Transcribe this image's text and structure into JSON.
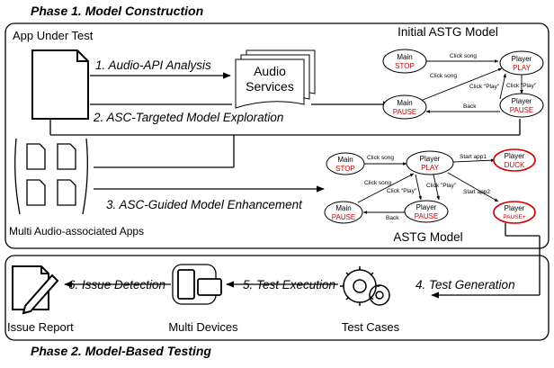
{
  "phase1": {
    "title": "Phase 1. Model Construction",
    "app_under_test": "App Under Test",
    "audio_services": [
      "Audio",
      "Services"
    ],
    "step1": "1. Audio-API Analysis",
    "step2": "2. ASC-Targeted Model Exploration",
    "step3": "3. ASC-Guided Model Enhancement",
    "multi_apps": "Multi Audio-associated Apps",
    "initial_model_title": "Initial ASTG Model",
    "astg_model_title": "ASTG Model"
  },
  "initial_model": {
    "nodes": {
      "main_stop": {
        "top": "Main",
        "bottom": "STOP"
      },
      "player_play": {
        "top": "Player",
        "bottom": "PLAY"
      },
      "main_pause": {
        "top": "Main",
        "bottom": "PAUSE"
      },
      "player_pause": {
        "top": "Player",
        "bottom": "PAUSE"
      }
    },
    "edges": {
      "click_song_top": "Click song",
      "click_song_mid": "Click song",
      "click_play_left": "Click \"Play\"",
      "click_play_right": "Click \"Play\"",
      "back": "Back"
    }
  },
  "astg_model": {
    "nodes": {
      "main_stop": {
        "top": "Main",
        "bottom": "STOP"
      },
      "player_play": {
        "top": "Player",
        "bottom": "PLAY"
      },
      "player_duck": {
        "top": "Player",
        "bottom": "DUCK"
      },
      "main_pause": {
        "top": "Main",
        "bottom": "PAUSE"
      },
      "player_pause": {
        "top": "Player",
        "bottom": "PAUSE"
      },
      "player_pause2": {
        "top": "Player",
        "bottom": "PAUSE+"
      }
    },
    "edges": {
      "click_song_top": "Click song",
      "click_song_mid": "Click song",
      "start_app1": "Start app1",
      "start_app2": "Start app2",
      "click_play_left": "Click \"Play\"",
      "click_play_right": "Click \"Play\"",
      "back": "Back"
    }
  },
  "phase2": {
    "title": "Phase 2. Model-Based Testing",
    "issue_report": "Issue Report",
    "multi_devices": "Multi Devices",
    "test_cases": "Test Cases",
    "step4": "4. Test Generation",
    "step5": "5. Test Execution",
    "step6": "6. Issue Detection"
  },
  "colors": {
    "state_red": "#d00000",
    "line": "#000000"
  }
}
